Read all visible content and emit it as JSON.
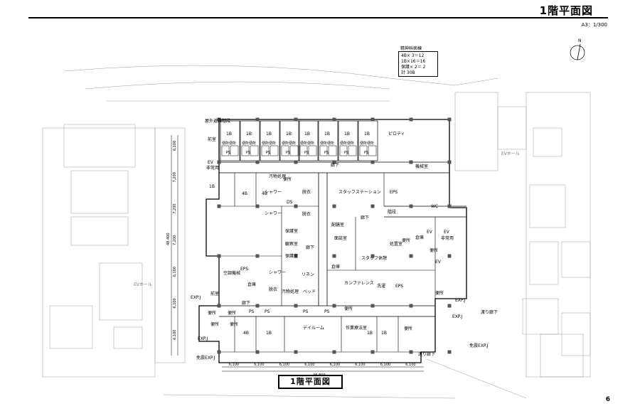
{
  "header": {
    "title": "1階平面図",
    "scale": "A3：1/300"
  },
  "bed_summary": {
    "heading": "精神科病棟",
    "lines": [
      "4B× 3＝12",
      "1B×16＝16",
      "保護× 2＝ 2",
      "計 30B"
    ]
  },
  "footer": {
    "caption": "1階平面図",
    "page_number": "6"
  },
  "north_mark": "N",
  "rooms": {
    "r_1b": "1B",
    "r_4b": "4B",
    "r_front": "前室",
    "r_toilet": "便所",
    "r_ev": "EV",
    "r_ev_hall": "EVホール",
    "r_corridor": "廊下",
    "r_machine": "機械室",
    "r_staff_station": "スタッフステーション",
    "r_pantry": "配膳室",
    "r_dayroom": "デイルーム",
    "r_ot": "作業療法室",
    "r_hygiene": "保護室",
    "r_observation": "観察室",
    "r_shower": "シャワー",
    "r_undress": "脱衣",
    "r_washroom": "汚物処理",
    "r_conference": "カンファレンス",
    "r_staff_rest": "スタッフ休憩",
    "r_counsel": "面談室",
    "r_storage": "倉庫",
    "r_laundry": "洗濯",
    "r_eps": "EPS",
    "r_ps": "PS",
    "r_ds": "DS",
    "r_ramp": "渡り廊下",
    "r_exp": "EXP.J",
    "r_exp_free": "免震EXP.J",
    "r_piloti": "ピロティ",
    "r_stair": "屋外避難階段",
    "r_disabled": "非常用",
    "r_med": "処置室",
    "r_ac": "空調機械",
    "r_wc": "WC",
    "r_linen": "リネン",
    "r_bed": "ベッド",
    "r_stairs2": "階段"
  },
  "dimensions": {
    "spans": [
      "6,100",
      "6,100",
      "6,100",
      "6,100",
      "6,100",
      "6,100",
      "6,100",
      "6,100"
    ],
    "total": "48,800",
    "left_spans": [
      "6,100",
      "7,200",
      "7,200",
      "7,200",
      "6,100",
      "6,100",
      "6,100"
    ],
    "left_total": "48,400"
  },
  "colors": {
    "line": "#000000",
    "context": "#9a9a9a",
    "column": "#555555"
  }
}
